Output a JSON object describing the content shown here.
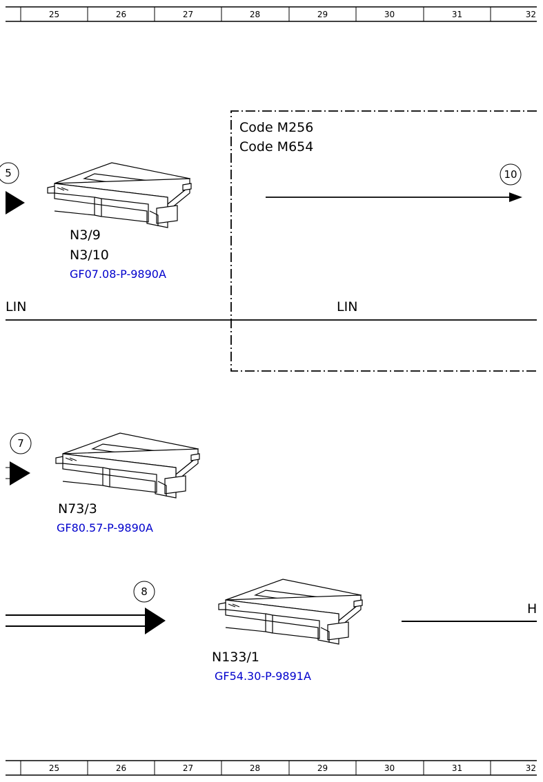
{
  "ruler": {
    "columns": [
      "25",
      "26",
      "27",
      "28",
      "29",
      "30",
      "31",
      "32"
    ]
  },
  "option_box": {
    "codes": [
      "Code M256",
      "Code M654"
    ],
    "connector_ref": "10"
  },
  "bus": {
    "left_label": "LIN",
    "right_label": "LIN"
  },
  "component_top": {
    "off_page_ref": "5",
    "ids": [
      "N3/9",
      "N3/10"
    ],
    "doc_link": "GF07.08-P-9890A"
  },
  "component_mid": {
    "off_page_ref": "7",
    "ids": [
      "N73/3"
    ],
    "doc_link": "GF80.57-P-9890A"
  },
  "component_bottom": {
    "off_page_ref": "8",
    "ids": [
      "N133/1"
    ],
    "doc_link": "GF54.30-P-9891A",
    "edge_label": "H"
  }
}
